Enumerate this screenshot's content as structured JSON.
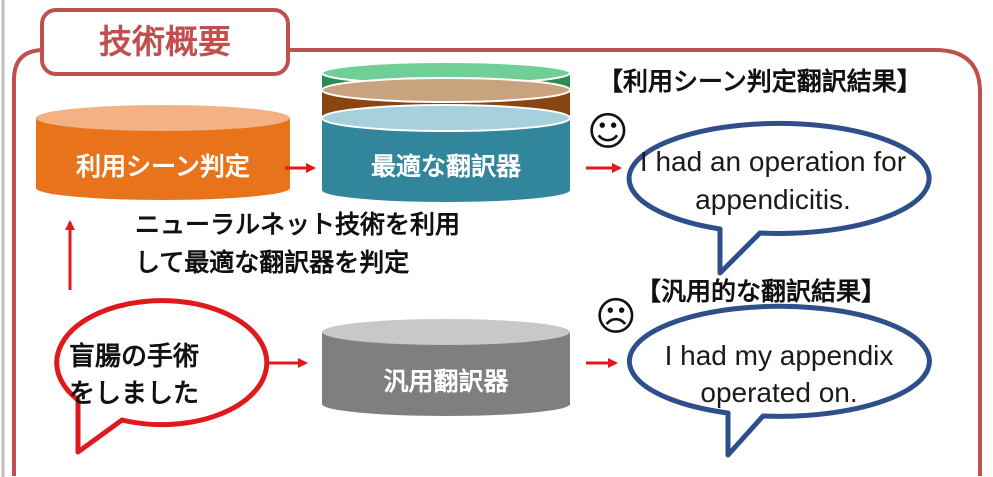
{
  "title": "技術概要",
  "selector_label": "利用シーン判定",
  "optimal_translator_label": "最適な翻訳器",
  "general_translator_label": "汎用翻訳器",
  "neural_note": [
    "ニューラルネット技術を利用",
    "して最適な翻訳器を判定"
  ],
  "input_bubble": [
    "盲腸の手術",
    "をしました"
  ],
  "scene_result_heading": "【利用シーン判定翻訳結果】",
  "scene_result_face": "☺",
  "scene_result_text": [
    "I had an operation for",
    "appendicitis."
  ],
  "general_result_heading": "【汎用的な翻訳結果】",
  "general_result_face": "☹",
  "general_result_text": [
    "I had my appendix",
    "operated on."
  ],
  "colors": {
    "frame": "#c0504d",
    "title_text": "#c0504d",
    "selector": "#e8731a",
    "optimal": "#31869b",
    "general": "#7f7f7f",
    "bubble_border": "#2e4f8a",
    "input_border": "#e0191c",
    "arrow": "#e0191c"
  }
}
